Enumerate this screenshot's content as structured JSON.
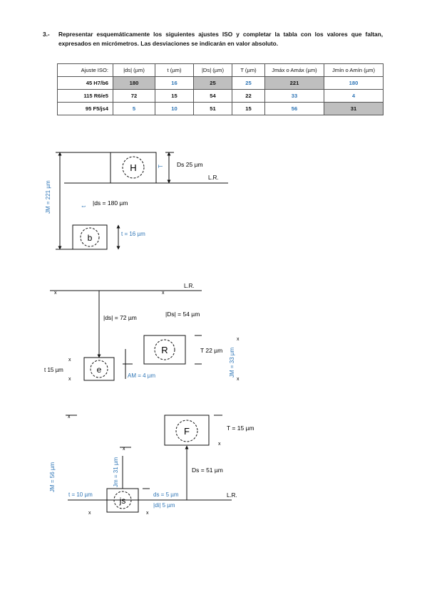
{
  "question": {
    "number": "3.-",
    "text": "Representar esquemáticamente los siguientes ajustes ISO y completar la tabla con los valores que faltan, expresados en micrómetros. Las desviaciones se indicarán en valor absoluto."
  },
  "table": {
    "headers": [
      "Ajuste ISO:",
      "|ds| (µm)",
      "t (µm)",
      "|Ds| (µm)",
      "T (µm)",
      "Jmáx o Amáx (µm)",
      "Jmín o Amín (µm)"
    ],
    "rows": [
      [
        "45 H7/b6",
        "180",
        "16",
        "25",
        "25",
        "221",
        "180"
      ],
      [
        "115 R6/e5",
        "72",
        "15",
        "54",
        "22",
        "33",
        "4"
      ],
      [
        "95 F5/js4",
        "5",
        "10",
        "51",
        "15",
        "56",
        "31"
      ]
    ]
  },
  "diagram1": {
    "hole": "H",
    "shaft": "b",
    "Ds": "Ds  25 µm",
    "T": "T",
    "lr": "L.R.",
    "ds": "|ds  = 180 µm",
    "t_small": "t",
    "t": "t = 16 µm",
    "jm": "JM = 221 µm"
  },
  "diagram2": {
    "lr": "L.R.",
    "ds": "|ds| = 72 µm",
    "Ds": "|Ds| = 54 µm",
    "hole": "R",
    "T": "T  22 µm",
    "shaft": "e",
    "t": "t   15 µm",
    "am": "AM = 4 µm",
    "jm": "JM = 33 µm"
  },
  "diagram3": {
    "hole": "F",
    "T": "T = 15 µm",
    "jm": "JM = 56 µm",
    "jmin": "Jm = 31 µm",
    "Ds": "Ds = 51 µm",
    "t": "t = 10 µm",
    "shaft": "js",
    "ds": "ds = 5 µm",
    "di": "|di|   5 µm",
    "lr": "L.R."
  }
}
